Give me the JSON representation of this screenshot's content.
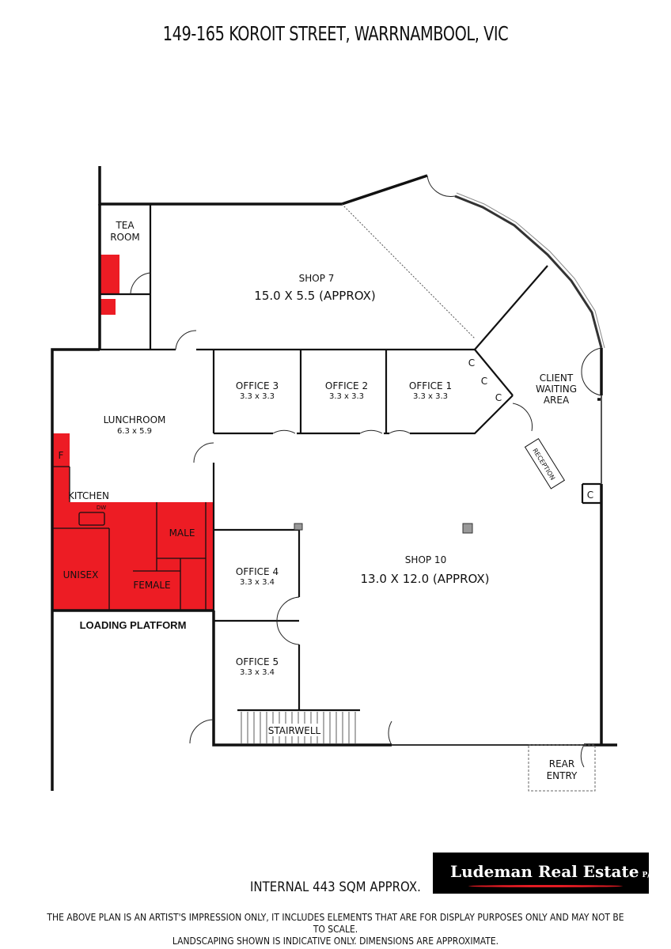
{
  "title": "149-165 KOROIT STREET, WARRNAMBOOL, VIC",
  "rooms": {
    "tea_room_1": "TEA",
    "tea_room_2": "ROOM",
    "shop7": "SHOP 7",
    "shop7_dim": "15.0 X 5.5 (APPROX)",
    "office3": "OFFICE 3",
    "office3_dim": "3.3 x 3.3",
    "office2": "OFFICE 2",
    "office2_dim": "3.3 x 3.3",
    "office1": "OFFICE 1",
    "office1_dim": "3.3 x 3.3",
    "client_1": "CLIENT",
    "client_2": "WAITING",
    "client_3": "AREA",
    "reception": "RECEPTION",
    "cupboard": "C",
    "lunchroom": "LUNCHROOM",
    "lunchroom_dim": "6.3 x 5.9",
    "fridge": "F",
    "kitchen": "KITCHEN",
    "dw": "DW",
    "male": "MALE",
    "unisex": "UNISEX",
    "female": "FEMALE",
    "loading": "LOADING PLATFORM",
    "shop10": "SHOP 10",
    "shop10_dim": "13.0 X 12.0 (APPROX)",
    "office4": "OFFICE 4",
    "office4_dim": "3.3 x 3.4",
    "office5": "OFFICE 5",
    "office5_dim": "3.3 x 3.4",
    "stairwell": "STAIRWELL",
    "rear_1": "REAR",
    "rear_2": "ENTRY"
  },
  "area": "INTERNAL 443 SQM APPROX.",
  "logo": {
    "name": "Ludeman Real Estate",
    "suffix": "P/L"
  },
  "disclaimer_1": "THE ABOVE PLAN IS AN ARTIST'S IMPRESSION ONLY, IT INCLUDES ELEMENTS THAT ARE FOR DISPLAY PURPOSES ONLY AND MAY NOT BE TO SCALE.",
  "disclaimer_2": "LANDSCAPING SHOWN IS INDICATIVE ONLY. DIMENSIONS ARE APPROXIMATE.",
  "colors": {
    "wet_area": "#ed1c24",
    "logo_bg": "#000000",
    "wall": "#111111"
  }
}
